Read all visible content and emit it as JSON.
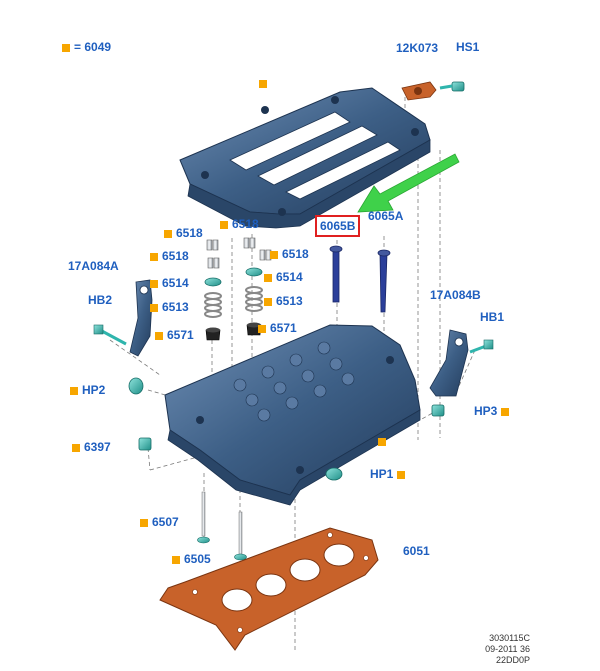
{
  "colors": {
    "label_blue": "#1f5fbf",
    "marker_orange": "#f7a600",
    "part_blue": "#3d5f86",
    "part_teal": "#2fb5ad",
    "gasket_orange": "#c8622a",
    "arrow_green": "#3fd14a",
    "highlight_red": "#e02020"
  },
  "legend": {
    "symbol": "square-marker",
    "text": "= 6049"
  },
  "labels": {
    "sensor": "12K073",
    "hs1": "HS1",
    "cam_bolt_b": "6065B",
    "cam_bolt_a": "6065A",
    "bracket_left": "17A084A",
    "bracket_right": "17A084B",
    "hb2": "HB2",
    "hb1": "HB1",
    "hp2": "HP2",
    "hp3": "HP3",
    "hp1": "HP1",
    "plug_6397": "6397",
    "valve_exhaust": "6507",
    "valve_intake": "6505",
    "gasket": "6051",
    "keeper_left_top": "6518",
    "keeper_left": "6518",
    "keeper_mid_top": "6518",
    "keeper_mid_right": "6518",
    "retainer_left": "6514",
    "retainer_right": "6514",
    "spring_left": "6513",
    "spring_right": "6513",
    "seal_left": "6571",
    "seal_right": "6571"
  },
  "highlighted_part": "6065B",
  "drawing_code": [
    "3030115C",
    "09-2011 36",
    "22DD0P"
  ]
}
